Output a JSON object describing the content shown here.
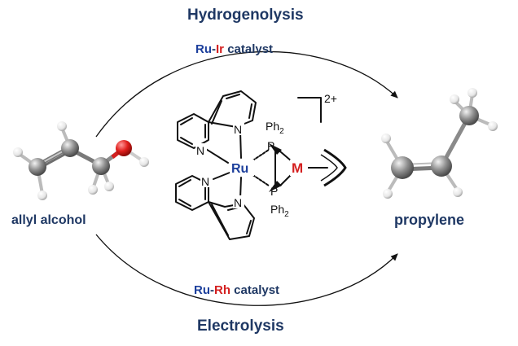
{
  "top_process": "Hydrogenolysis",
  "bottom_process": "Electrolysis",
  "top_catalyst": {
    "metal1": "Ru",
    "dash": "-",
    "metal2": "Ir",
    "word": "catalyst"
  },
  "bottom_catalyst": {
    "metal1": "Ru",
    "dash": "-",
    "metal2": "Rh",
    "word": "catalyst"
  },
  "reactant": "allyl alcohol",
  "product": "propylene",
  "complex": {
    "charge": "2+",
    "center": "Ru",
    "metal": "M",
    "phosphorus": "P",
    "phenyl_top": "Ph",
    "phenyl_bottom": "Ph",
    "subscript": "2",
    "nitrogen": "N"
  },
  "colors": {
    "navy": "#1f3864",
    "blue": "#1c3f9c",
    "red": "#d42020",
    "carbon": "#8c8c8c",
    "oxygen": "#e0201c",
    "hydrogen": "#f2f2f2"
  }
}
